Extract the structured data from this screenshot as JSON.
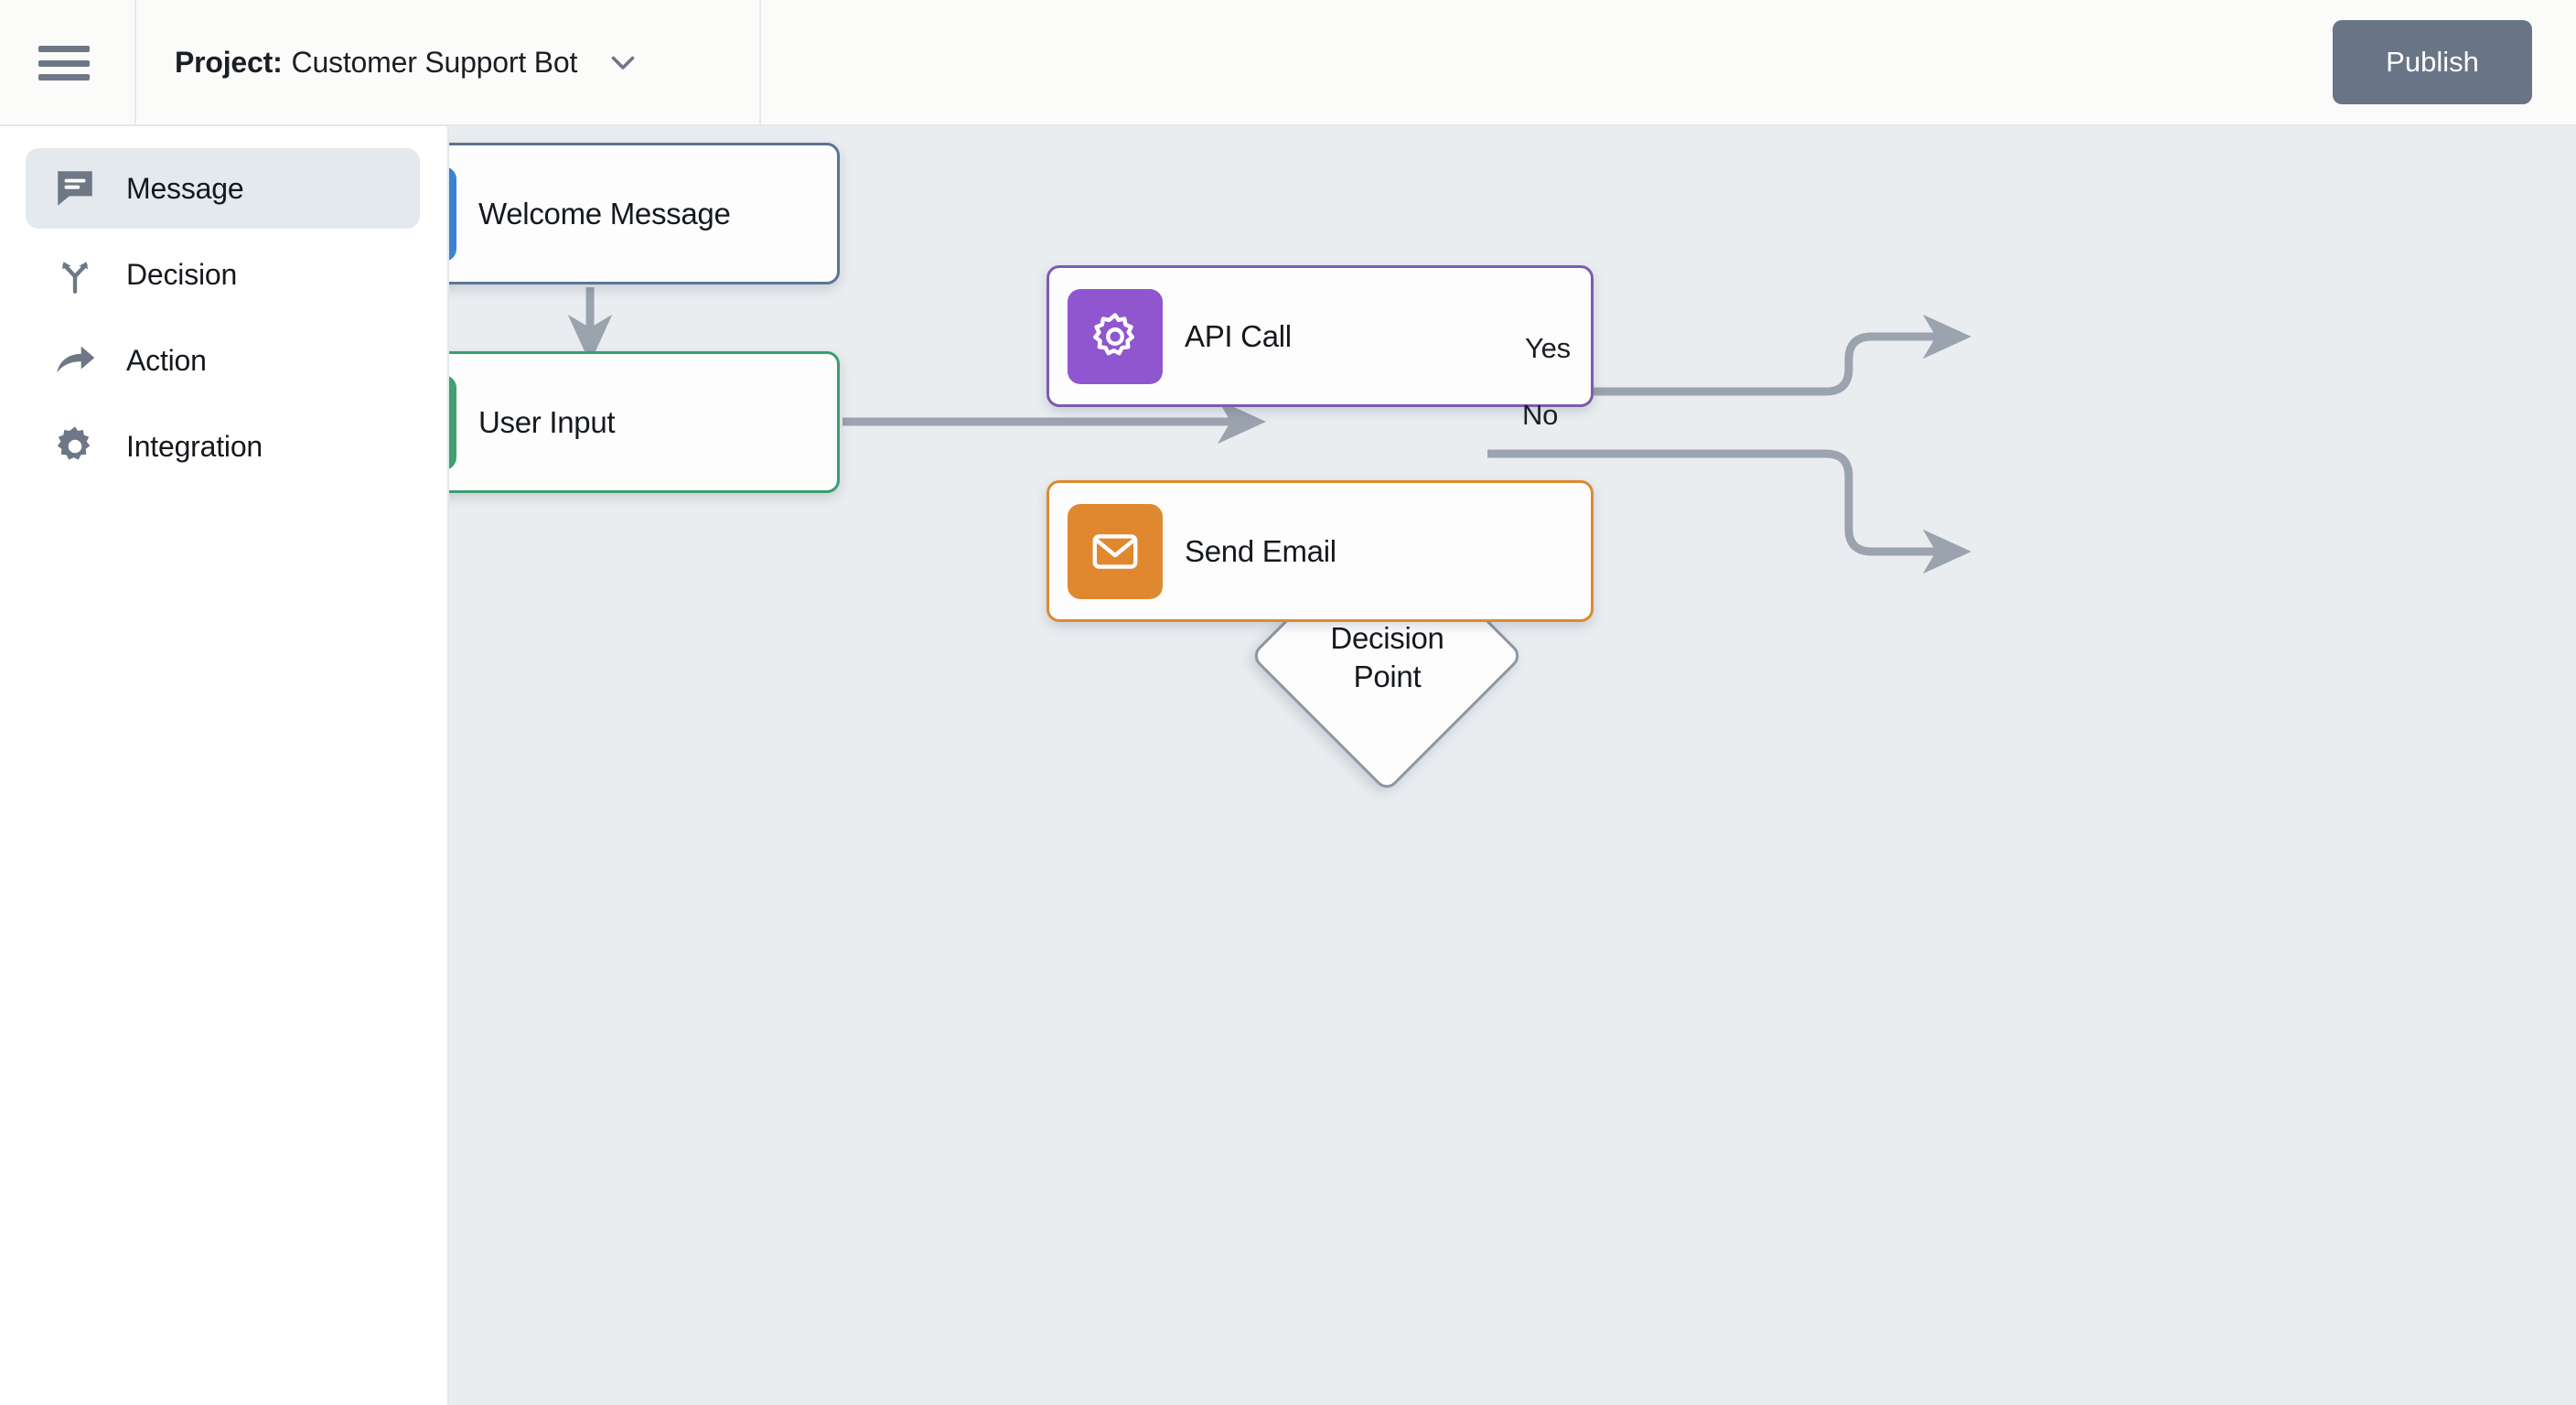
{
  "header": {
    "menu_icon": "hamburger-icon",
    "project_label": "Project:",
    "project_name": "Customer Support Bot",
    "project_chevron_icon": "chevron-down-icon",
    "publish_label": "Publish",
    "publish_color": "#697586"
  },
  "sidebar": {
    "items": [
      {
        "label": "Message",
        "icon": "message-icon",
        "active": true
      },
      {
        "label": "Decision",
        "icon": "branch-icon",
        "active": false
      },
      {
        "label": "Action",
        "icon": "arrow-curve-icon",
        "active": false
      },
      {
        "label": "Integration",
        "icon": "gear-icon",
        "active": false
      }
    ],
    "active_background": "#e4e9ed",
    "icon_color": "#6d7786"
  },
  "canvas": {
    "background": "#e9edf0",
    "edge_color": "#9aa3ae",
    "nodes": [
      {
        "id": "welcome",
        "label": "Welcome Message",
        "icon": "text-lines-icon",
        "accent": "#3b82d6",
        "border": "#5b7493",
        "shape": "rect"
      },
      {
        "id": "userinput",
        "label": "User Input",
        "icon": "question-circle-icon",
        "accent": "#40a071",
        "border": "#38a06f",
        "shape": "rect"
      },
      {
        "id": "decision",
        "label": "Decision Point",
        "line1": "Decision",
        "line2": "Point",
        "icon": "branch-icon",
        "accent": "#6d7786",
        "border": "#8d96a3",
        "shape": "diamond"
      },
      {
        "id": "apicall",
        "label": "API Call",
        "icon": "gear-icon",
        "accent": "#9056cf",
        "border": "#7c5bb0",
        "shape": "rect"
      },
      {
        "id": "sendmail",
        "label": "Send Email",
        "icon": "envelope-icon",
        "accent": "#e08830",
        "border": "#dc8a2f",
        "shape": "rect"
      }
    ],
    "edges": [
      {
        "from": "welcome",
        "to": "userinput",
        "label": ""
      },
      {
        "from": "userinput",
        "to": "decision",
        "label": ""
      },
      {
        "from": "decision",
        "to": "apicall",
        "label": "Yes"
      },
      {
        "from": "decision",
        "to": "sendmail",
        "label": "No"
      }
    ],
    "edge_labels": {
      "yes": "Yes",
      "no": "No"
    }
  }
}
